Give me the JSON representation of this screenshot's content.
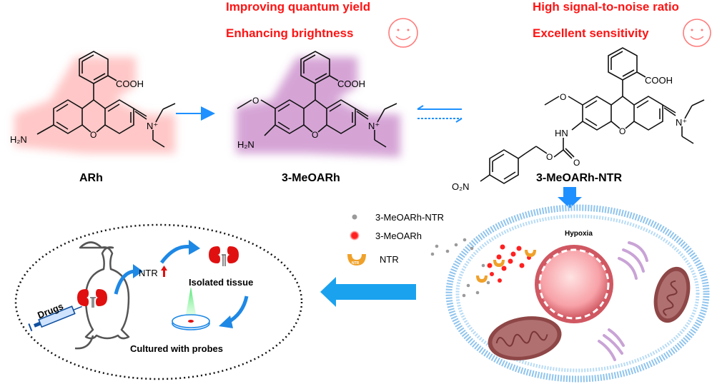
{
  "headlines": {
    "improving_quantum_yield": "Improving quantum yield",
    "enhancing_brightness": "Enhancing brightness",
    "high_snr": "High signal-to-noise ratio",
    "excellent_sensitivity": "Excellent sensitivity"
  },
  "molecules": {
    "arh": {
      "label": "ARh",
      "cooh": "COOH",
      "amine": "H₂N",
      "n_plus": "N⁺",
      "o": "O"
    },
    "meoarh": {
      "label": "3-MeOARh",
      "cooh": "COOH",
      "amine": "H₂N",
      "n_plus": "N⁺",
      "o": "O"
    },
    "meoarh_ntr": {
      "label": "3-MeOARh-NTR",
      "cooh": "COOH",
      "hn": "HN",
      "n_plus": "N⁺",
      "o": "O",
      "nitro": "O₂N"
    }
  },
  "legend": {
    "probe": "3-MeOARh-NTR",
    "product": "3-MeOARh",
    "enzyme": "NTR",
    "enzyme_badge": "NTR"
  },
  "cell": {
    "hypoxia_label": "Hypoxia"
  },
  "in_vivo": {
    "drugs": "Drugs",
    "ntr_up": "NTR",
    "isolated_tissue": "Isolated tissue",
    "cultured_with_probes": "Cultured with probes"
  },
  "colors": {
    "headline": "#ff1414",
    "arrow_blue": "#1e90ff",
    "arh_glow": "#ff8c8c",
    "meoarh_glow": "#b45ab4",
    "membrane": "#a8cff0",
    "nucleus": "#d05862",
    "mito": "#9a4e4e",
    "er": "#c9a3d6"
  }
}
